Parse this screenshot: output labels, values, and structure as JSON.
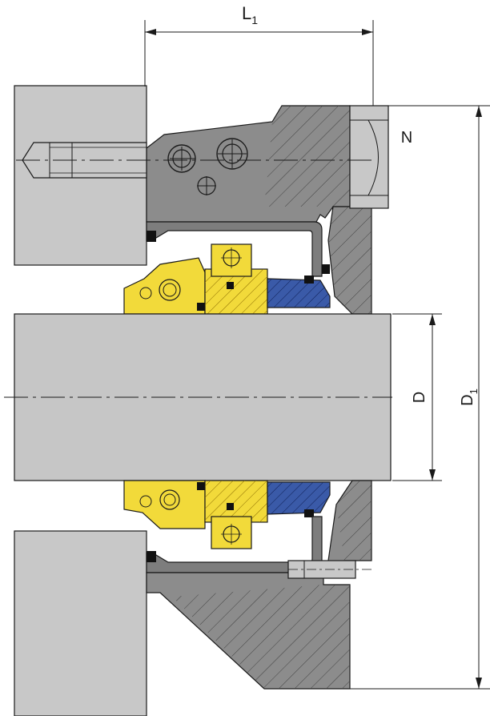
{
  "labels": {
    "l1": "L",
    "l1_sub": "1",
    "n": "N",
    "d": "D",
    "d1": "D",
    "d1_sub": "1"
  },
  "colors": {
    "background": "#ffffff",
    "housing_light": "#c8c8c8",
    "housing_dark": "#8c8c8c",
    "gland": "#7d7d7d",
    "shaft": "#c6c6c6",
    "yellow_part": "#f2da3a",
    "yellow_dark": "#e8c21c",
    "blue_part": "#3a5aa8",
    "black_part": "#111111",
    "line": "#1a1a1a"
  }
}
